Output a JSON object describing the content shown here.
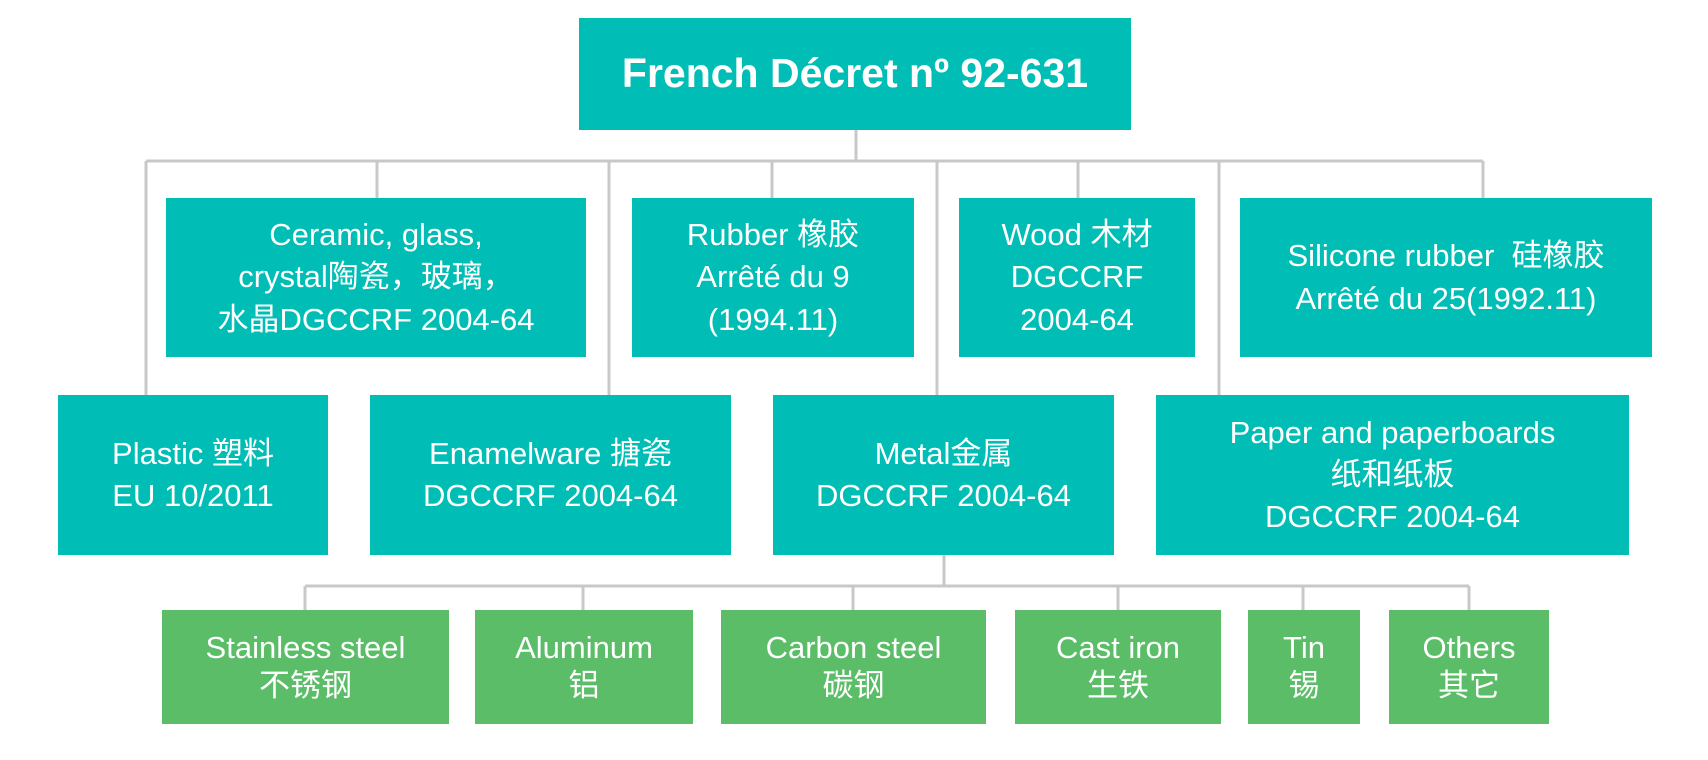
{
  "title": "French Décret nº 92-631",
  "materials": {
    "ceramic": [
      "Ceramic, glass,",
      "crystal陶瓷，玻璃，",
      "水晶DGCCRF 2004-64"
    ],
    "rubber": [
      "Rubber 橡胶",
      "Arrêté du 9",
      "(1994.11)"
    ],
    "wood": [
      "Wood 木材",
      "DGCCRF",
      "2004-64"
    ],
    "silicone": [
      "Silicone rubber  硅橡胶",
      "Arrêté du 25(1992.11)"
    ],
    "plastic": [
      "Plastic 塑料",
      "EU 10/2011"
    ],
    "enamelware": [
      "Enamelware 搪瓷",
      "DGCCRF 2004-64"
    ],
    "metal": [
      "Metal金属",
      "DGCCRF 2004-64"
    ],
    "paper": [
      "Paper and paperboards",
      "纸和纸板",
      "DGCCRF 2004-64"
    ]
  },
  "metals": {
    "stainless": [
      "Stainless steel",
      "不锈钢"
    ],
    "aluminum": [
      "Aluminum",
      "铝"
    ],
    "carbon": [
      "Carbon steel",
      "碳钢"
    ],
    "castiron": [
      "Cast iron",
      "生铁"
    ],
    "tin": [
      "Tin",
      "锡"
    ],
    "others": [
      "Others",
      "其它"
    ]
  },
  "colors": {
    "regulation_box": "#00bdb5",
    "metal_type_box": "#5bbd68",
    "connector_line": "#c8c8c8"
  }
}
